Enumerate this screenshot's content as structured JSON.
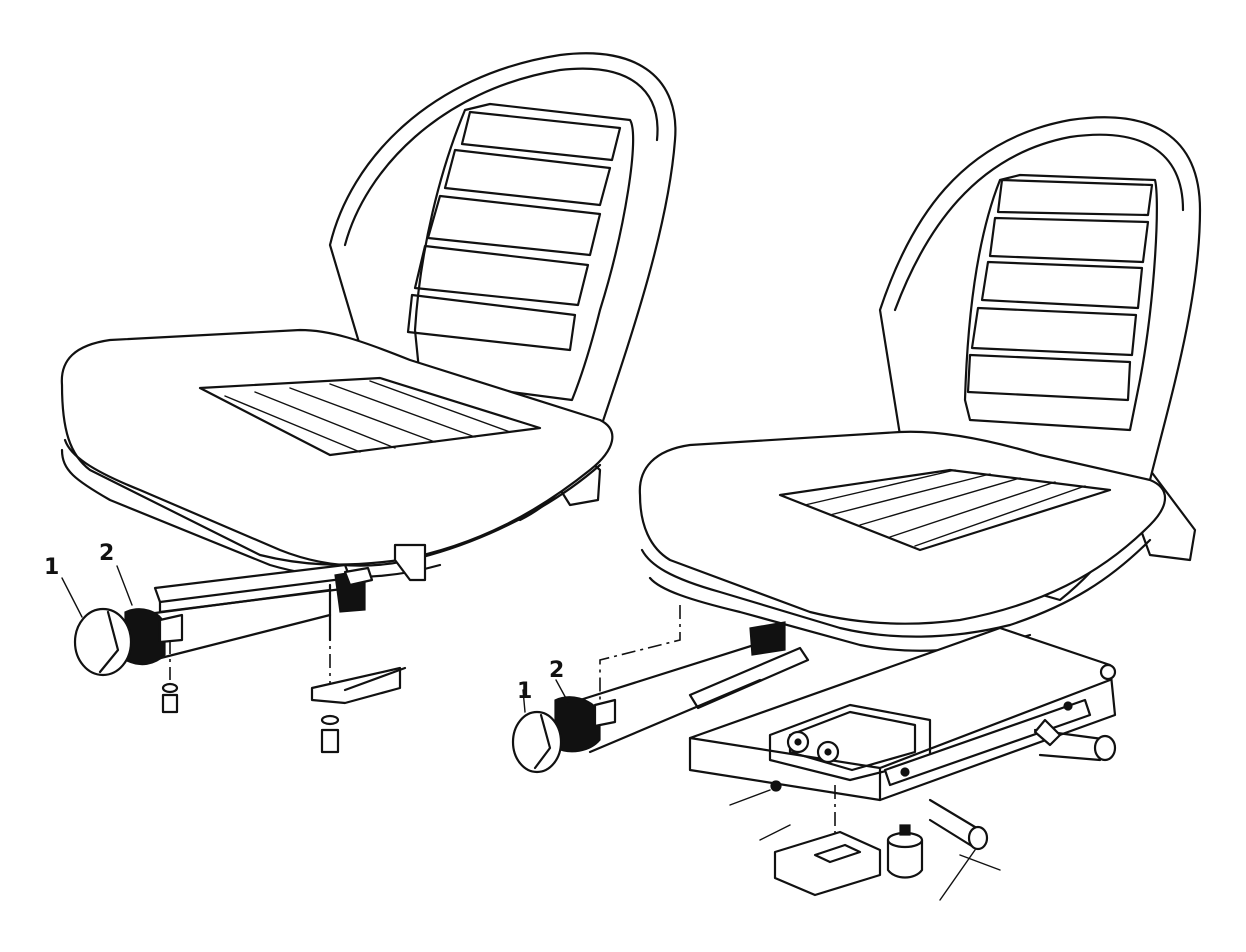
{
  "figure": {
    "callouts": {
      "left_1": "1",
      "left_2": "2",
      "right_1": "1",
      "right_2": "2"
    },
    "colors": {
      "ink": "#111111",
      "paper": "#ffffff"
    }
  }
}
